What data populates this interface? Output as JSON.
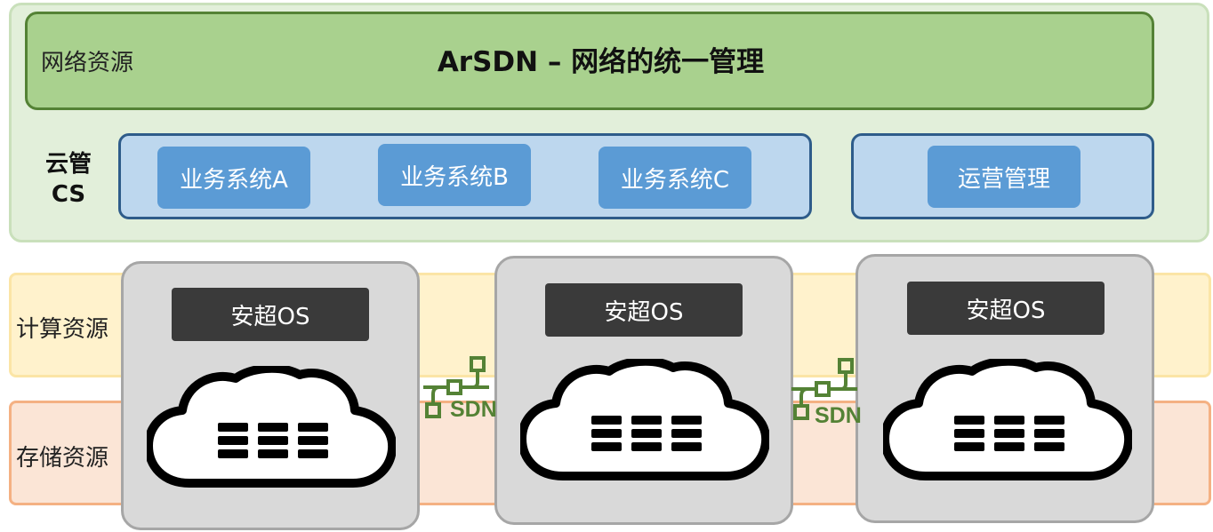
{
  "network_layer": {
    "label": "网络资源",
    "title": "ArSDN – 网络的统一管理"
  },
  "cloud_mgmt": {
    "label_line1": "云管",
    "label_line2": "CS",
    "business_systems": [
      "业务系统A",
      "业务系统B",
      "业务系统C"
    ],
    "ops": "运营管理"
  },
  "compute_layer": {
    "label": "计算资源"
  },
  "storage_layer": {
    "label": "存储资源"
  },
  "nodes": [
    {
      "os": "安超OS"
    },
    {
      "os": "安超OS"
    },
    {
      "os": "安超OS"
    }
  ],
  "links": [
    {
      "label": "SDN"
    },
    {
      "label": "SDN"
    }
  ],
  "colors": {
    "network_bg": "#e2efda",
    "arsdn_bar": "#a9d18e",
    "arsdn_border": "#548235",
    "panel_bg": "#bdd7ee",
    "panel_border": "#2e5c8a",
    "system_button": "#5b9bd5",
    "compute_bg": "#fff2cc",
    "storage_bg": "#fbe5d6",
    "node_bg": "#d9d9d9",
    "os_bar": "#3a3a3a",
    "sdn_green": "#548235"
  },
  "icons": [
    "cloud-server-icon",
    "sdn-network-icon"
  ]
}
